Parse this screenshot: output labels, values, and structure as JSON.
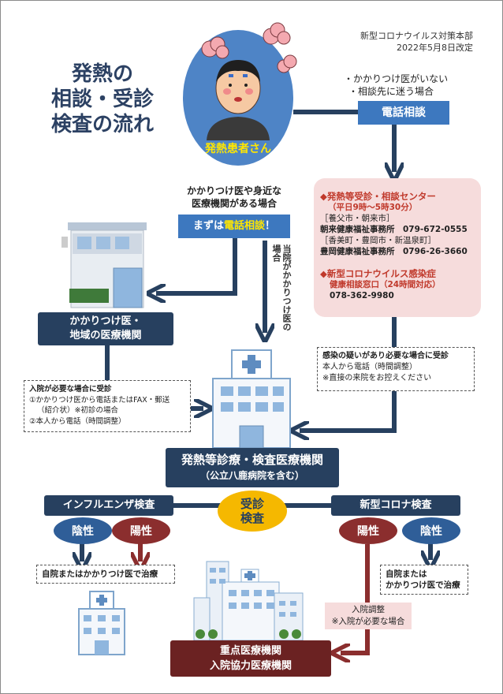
{
  "header": {
    "org": "新型コロナウイルス対策本部",
    "date": "2022年5月8日改定"
  },
  "title": {
    "line1": "発熱の",
    "line2": "相談・受診",
    "line3": "検査の流れ"
  },
  "patient": {
    "label": "発熱患者さん"
  },
  "no_doctor": {
    "line1": "・かかりつけ医がいない",
    "line2": "・相談先に迷う場合",
    "button": "電話相談"
  },
  "has_doctor": {
    "line1": "かかりつけ医や身近な",
    "line2": "医療機関がある場合",
    "button_prefix": "まずは",
    "button_em": "電話相談",
    "button_suffix": "！"
  },
  "vertical_note": {
    "text": "当院がかかりつけ医の場合"
  },
  "center": {
    "h1": "◆発熱等受診・相談センター",
    "h1_sub": "（平日9時～5時30分）",
    "area1": "［養父市・朝来市］",
    "office1": "朝来健康福祉事務所　079-672-0555",
    "area2": "［香美町・豊岡市・新温泉町］",
    "office2": "豊岡健康福祉事務所　0796-26-3660",
    "h2": "◆新型コロナウイルス感染症",
    "h2_sub": "健康相談窓口（24時間対応）",
    "phone": "078-362-9980"
  },
  "family_clinic": {
    "line1": "かかりつけ医・",
    "line2": "地域の医療機関"
  },
  "suspect_box": {
    "line1": "感染の疑いがあり必要な場合に受診",
    "line2": "本人から電話（時間調整）",
    "line3": "※直接の来院をお控えください"
  },
  "admission_box": {
    "line1": "入院が必要な場合に受診",
    "line2": "①かかりつけ医から電話またはFAX・郵送",
    "line3": "（紹介状）※初診の場合",
    "line4": "②本人から電話（時間調整）"
  },
  "exam_hospital": {
    "line1": "発熱等診療・検査医療機関",
    "line2": "（公立八鹿病院を含む）"
  },
  "consult": {
    "line1": "受診",
    "line2": "検査"
  },
  "influenza": {
    "label": "インフルエンザ検査",
    "negative": "陰性",
    "positive": "陽性"
  },
  "corona": {
    "label": "新型コロナ検査",
    "negative": "陰性",
    "positive": "陽性"
  },
  "treat_left": {
    "text": "自院またはかかりつけ医で治療"
  },
  "treat_right": {
    "line1": "自院または",
    "line2": "かかりつけ医で治療"
  },
  "adjust": {
    "line1": "入院調整",
    "line2": "※入院が必要な場合"
  },
  "priority": {
    "line1": "重点医療機関",
    "line2": "入院協力医療機関"
  },
  "colors": {
    "navy": "#27405f",
    "blue": "#3d78bf",
    "red": "#8b2e2e",
    "yellow": "#f5b800",
    "pink": "#f6dcdc"
  }
}
